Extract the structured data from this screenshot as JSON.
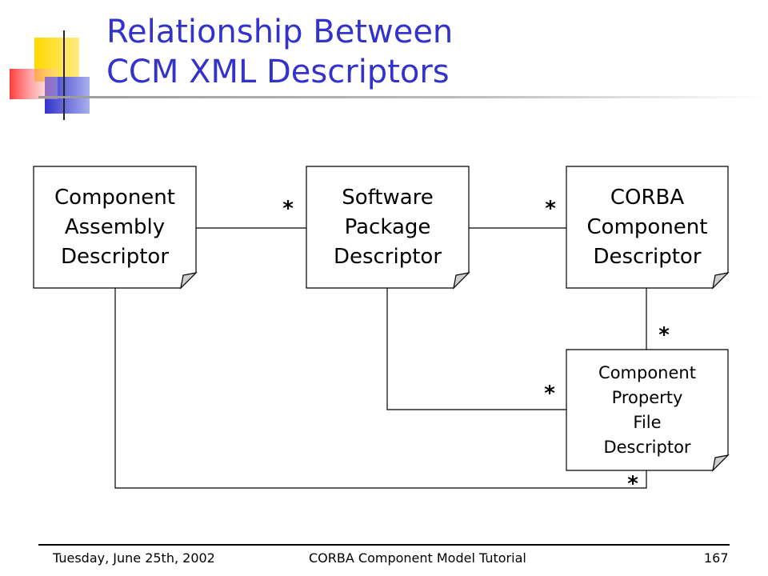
{
  "slide": {
    "title_line1": "Relationship Between",
    "title_line2": "CCM XML Descriptors"
  },
  "colors": {
    "title": "#3333cc",
    "logo_yellow": "#ffd800",
    "logo_red": "#ff3a3a",
    "logo_blue": "#3333cc"
  },
  "diagram": {
    "nodes": {
      "component_assembly": [
        "Component",
        "Assembly",
        "Descriptor"
      ],
      "software_package": [
        "Software",
        "Package",
        "Descriptor"
      ],
      "corba_component": [
        "CORBA",
        "Component",
        "Descriptor"
      ],
      "component_property_file": [
        "Component",
        "Property",
        "File",
        "Descriptor"
      ]
    },
    "multiplicity": {
      "assembly_to_package": "*",
      "package_to_corba": "*",
      "corba_to_property": "*",
      "package_to_property": "*",
      "assembly_to_property": "*"
    },
    "edges": [
      {
        "from": "Component Assembly Descriptor",
        "to": "Software Package Descriptor"
      },
      {
        "from": "Software Package Descriptor",
        "to": "CORBA Component Descriptor"
      },
      {
        "from": "CORBA Component Descriptor",
        "to": "Component Property File Descriptor"
      },
      {
        "from": "Software Package Descriptor",
        "to": "Component Property File Descriptor"
      },
      {
        "from": "Component Assembly Descriptor",
        "to": "Component Property File Descriptor"
      }
    ]
  },
  "footer": {
    "date": "Tuesday, June 25th, 2002",
    "title": "CORBA Component Model Tutorial",
    "page": "167"
  }
}
